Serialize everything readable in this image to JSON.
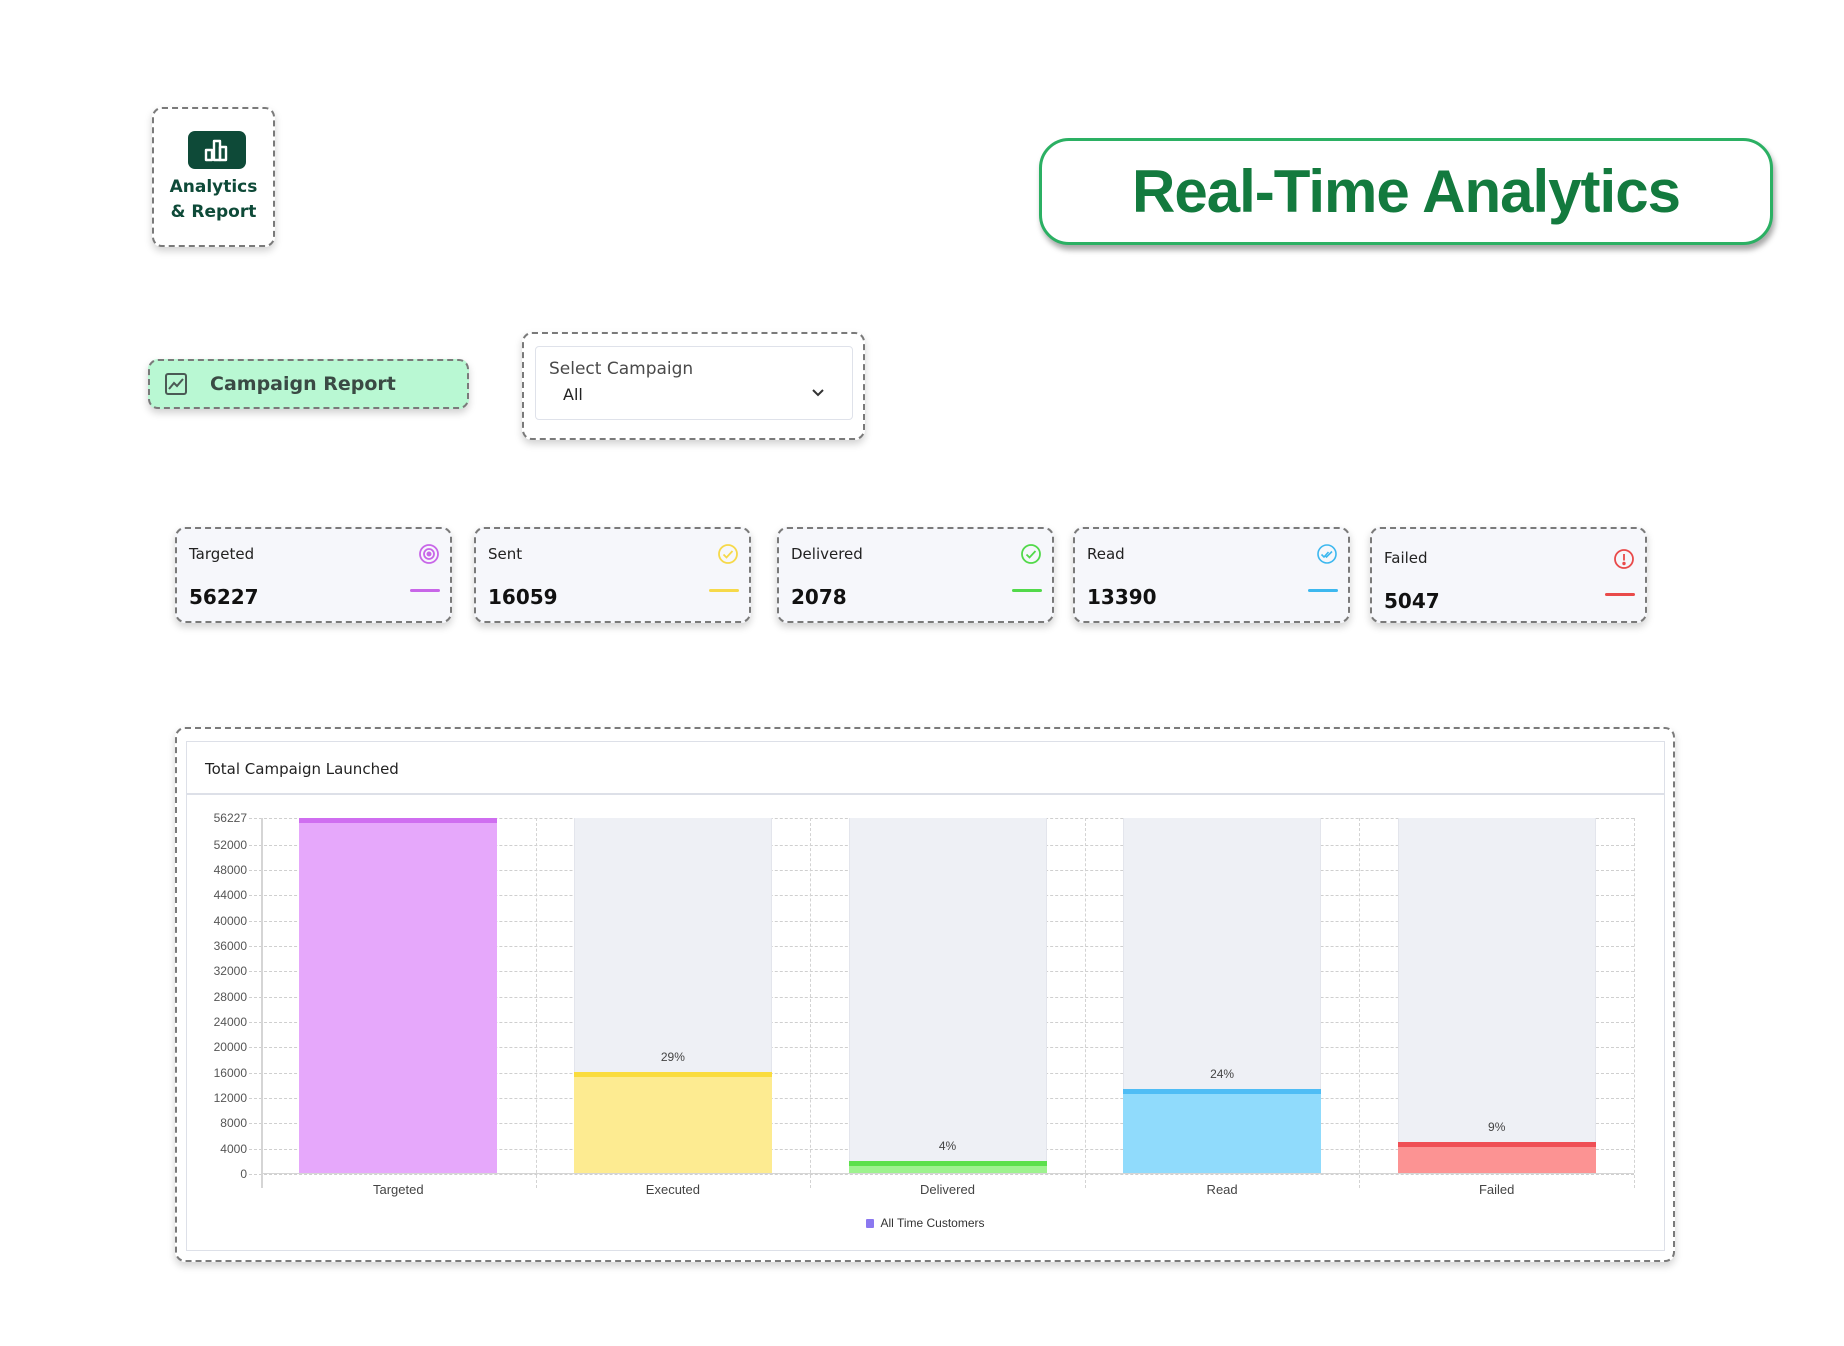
{
  "nav_tile": {
    "label_line1": "Analytics",
    "label_line2": "& Report",
    "icon": "bar-chart-icon"
  },
  "headline": {
    "title": "Real-Time Analytics"
  },
  "campaign_report_button": {
    "label": "Campaign Report",
    "icon": "line-chart-icon",
    "bg_color": "#b9f8d3"
  },
  "campaign_select": {
    "label": "Select Campaign",
    "value": "All",
    "icon": "chevron-down-icon"
  },
  "stats": [
    {
      "title": "Targeted",
      "value": "56227",
      "color": "#c866e8",
      "icon": "target-icon"
    },
    {
      "title": "Sent",
      "value": "16059",
      "color": "#f6d94a",
      "icon": "check-circle-icon"
    },
    {
      "title": "Delivered",
      "value": "2078",
      "color": "#52d94a",
      "icon": "check-circle-icon"
    },
    {
      "title": "Read",
      "value": "13390",
      "color": "#3db8ef",
      "icon": "double-check-icon"
    },
    {
      "title": "Failed",
      "value": "5047",
      "color": "#e94a4a",
      "icon": "alert-circle-icon"
    }
  ],
  "chart": {
    "title": "Total Campaign Launched",
    "legend": "All Time Customers",
    "legend_color": "#8b78f0"
  },
  "chart_data": {
    "type": "bar",
    "title": "Total Campaign Launched",
    "xlabel": "",
    "ylabel": "",
    "categories": [
      "Targeted",
      "Executed",
      "Delivered",
      "Read",
      "Failed"
    ],
    "series": [
      {
        "name": "All Time Customers",
        "values": [
          56227,
          16059,
          2078,
          13390,
          5047
        ],
        "labels": [
          "",
          "29%",
          "4%",
          "24%",
          "9%"
        ],
        "colors": [
          "#e6a8fb",
          "#fdeb91",
          "#9ef28f",
          "#90dbfc",
          "#fc9393"
        ],
        "cap_colors": [
          "#cf6ef0",
          "#fadc3e",
          "#5ce04c",
          "#4fbdf5",
          "#ef4f55"
        ]
      }
    ],
    "yticks": [
      0,
      4000,
      8000,
      12000,
      16000,
      20000,
      24000,
      28000,
      32000,
      36000,
      40000,
      44000,
      48000,
      52000,
      56227
    ],
    "ylim": [
      0,
      56227
    ],
    "grid": true,
    "legend_position": "bottom"
  }
}
